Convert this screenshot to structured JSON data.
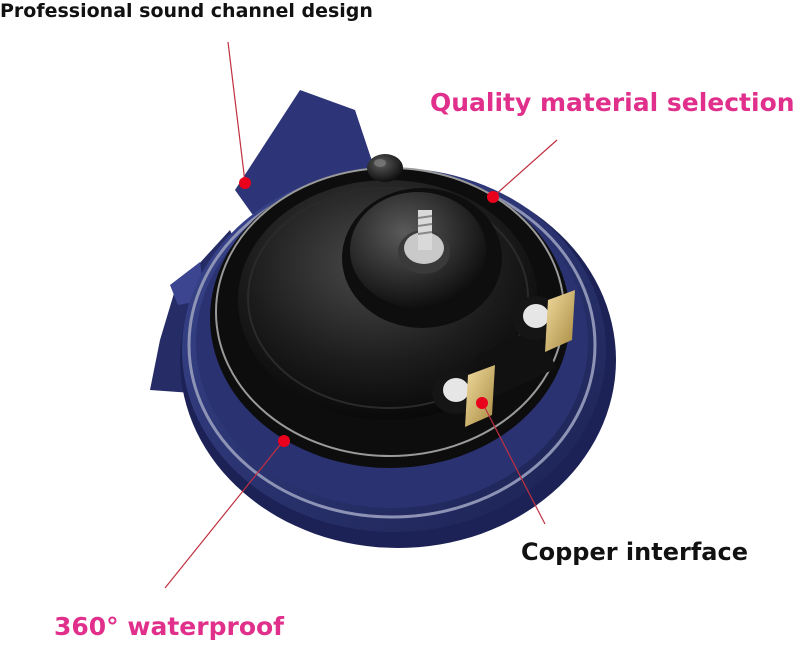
{
  "labels": {
    "top": "Professional sound channel design",
    "quality": "Quality material selection",
    "copper": "Copper interface",
    "waterproof": "360° waterproof"
  },
  "colors": {
    "accent_pink": "#e0308c",
    "text_dark": "#111111",
    "dot_red": "#e8001c",
    "leader_line": "#c03040",
    "housing_blue": "#27306e",
    "body_black": "#141414",
    "terminal_brass": "#c8a860"
  },
  "subject": {
    "icon": "car-horn-icon"
  }
}
